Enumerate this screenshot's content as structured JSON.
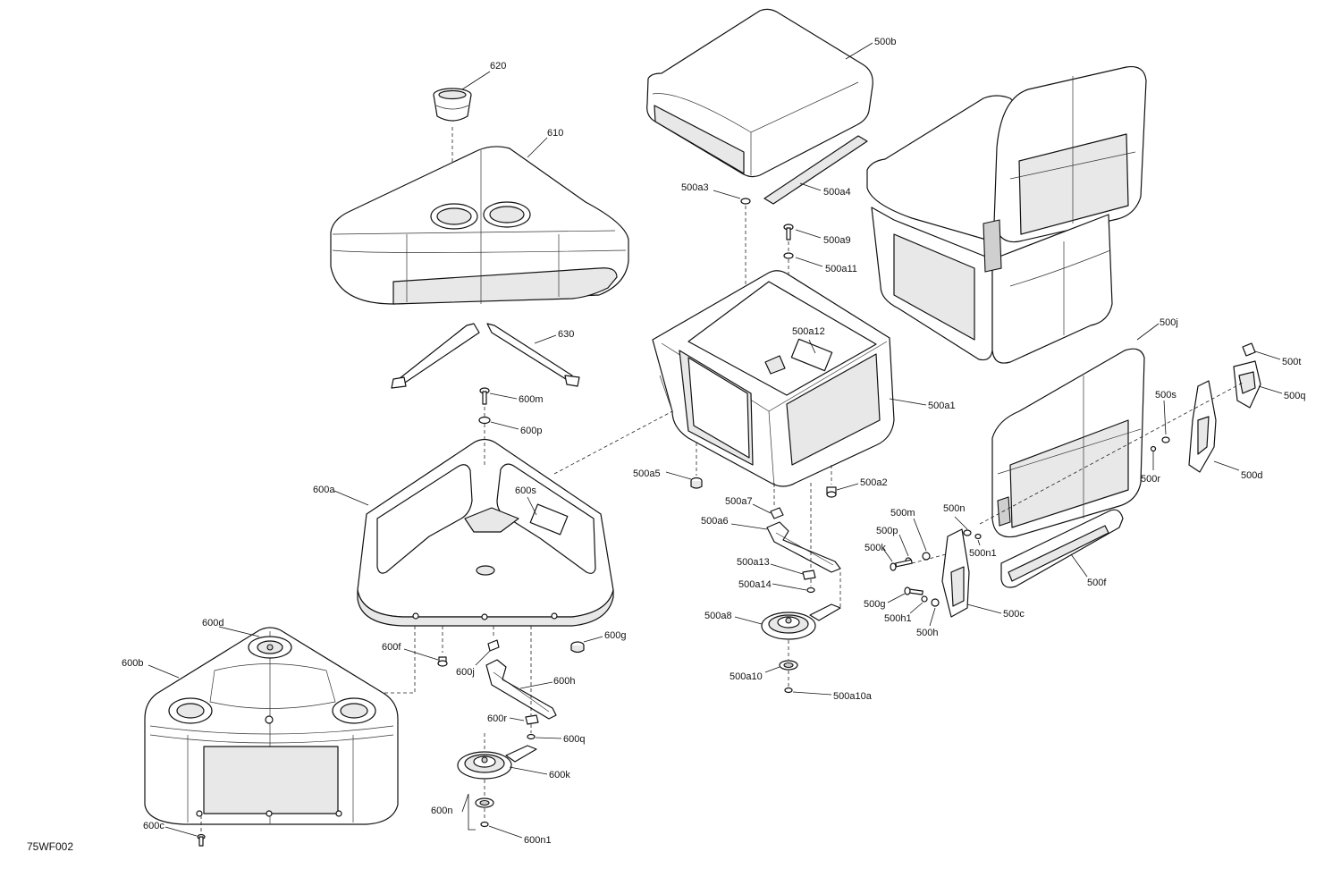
{
  "figure_ref": "75WF002",
  "callouts": {
    "c620": "620",
    "c610": "610",
    "c630": "630",
    "c600m": "600m",
    "c600p": "600p",
    "c600a": "600a",
    "c600s": "600s",
    "c600d": "600d",
    "c600b": "600b",
    "c600f": "600f",
    "c600j": "600j",
    "c600g": "600g",
    "c600h": "600h",
    "c600r": "600r",
    "c600q": "600q",
    "c600k": "600k",
    "c600n": "600n",
    "c600n1": "600n1",
    "c600c": "600c",
    "c500b": "500b",
    "c500a3": "500a3",
    "c500a4": "500a4",
    "c500a9": "500a9",
    "c500a11": "500a11",
    "c500a12": "500a12",
    "c500a1": "500a1",
    "c500a5": "500a5",
    "c500a2": "500a2",
    "c500a7": "500a7",
    "c500a6": "500a6",
    "c500a13": "500a13",
    "c500a14": "500a14",
    "c500a8": "500a8",
    "c500a10": "500a10",
    "c500a10a": "500a10a",
    "c500j": "500j",
    "c500t": "500t",
    "c500s": "500s",
    "c500q": "500q",
    "c500r": "500r",
    "c500d": "500d",
    "c500n": "500n",
    "c500m": "500m",
    "c500p": "500p",
    "c500k": "500k",
    "c500n1": "500n1",
    "c500f": "500f",
    "c500g": "500g",
    "c500h1": "500h1",
    "c500h": "500h",
    "c500c": "500c"
  }
}
